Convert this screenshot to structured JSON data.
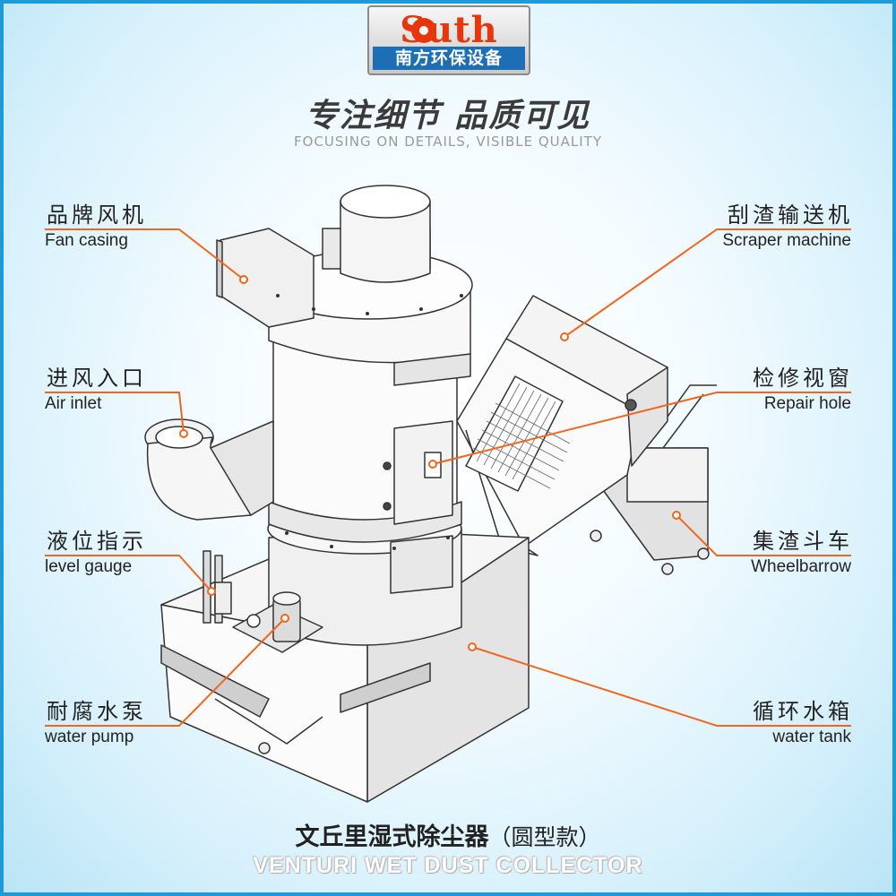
{
  "logo": {
    "word": "Suth",
    "subtitle": "南方环保设备"
  },
  "slogan": {
    "cn": "专注细节 品质可见",
    "en": "FOCUSING ON DETAILS, VISIBLE QUALITY"
  },
  "labels": {
    "fan": {
      "cn": "品牌风机",
      "en": "Fan casing"
    },
    "air_inlet": {
      "cn": "进风入口",
      "en": "Air inlet"
    },
    "level_gauge": {
      "cn": "液位指示",
      "en": "level gauge"
    },
    "water_pump": {
      "cn": "耐腐水泵",
      "en": "water pump"
    },
    "scraper": {
      "cn": "刮渣输送机",
      "en": "Scraper machine"
    },
    "repair_hole": {
      "cn": "检修视窗",
      "en": "Repair hole"
    },
    "wheelbarrow": {
      "cn": "集渣斗车",
      "en": "Wheelbarrow"
    },
    "water_tank": {
      "cn": "循环水箱",
      "en": "water tank"
    }
  },
  "title": {
    "cn": "文丘里湿式除尘器",
    "sub": "（圆型款）",
    "en": "VENTURI WET DUST COLLECTOR"
  },
  "colors": {
    "leader": "#f0661e",
    "border": "#1e9ad6",
    "logo_red": "#e8360c",
    "logo_blue": "#1c6fb5"
  }
}
